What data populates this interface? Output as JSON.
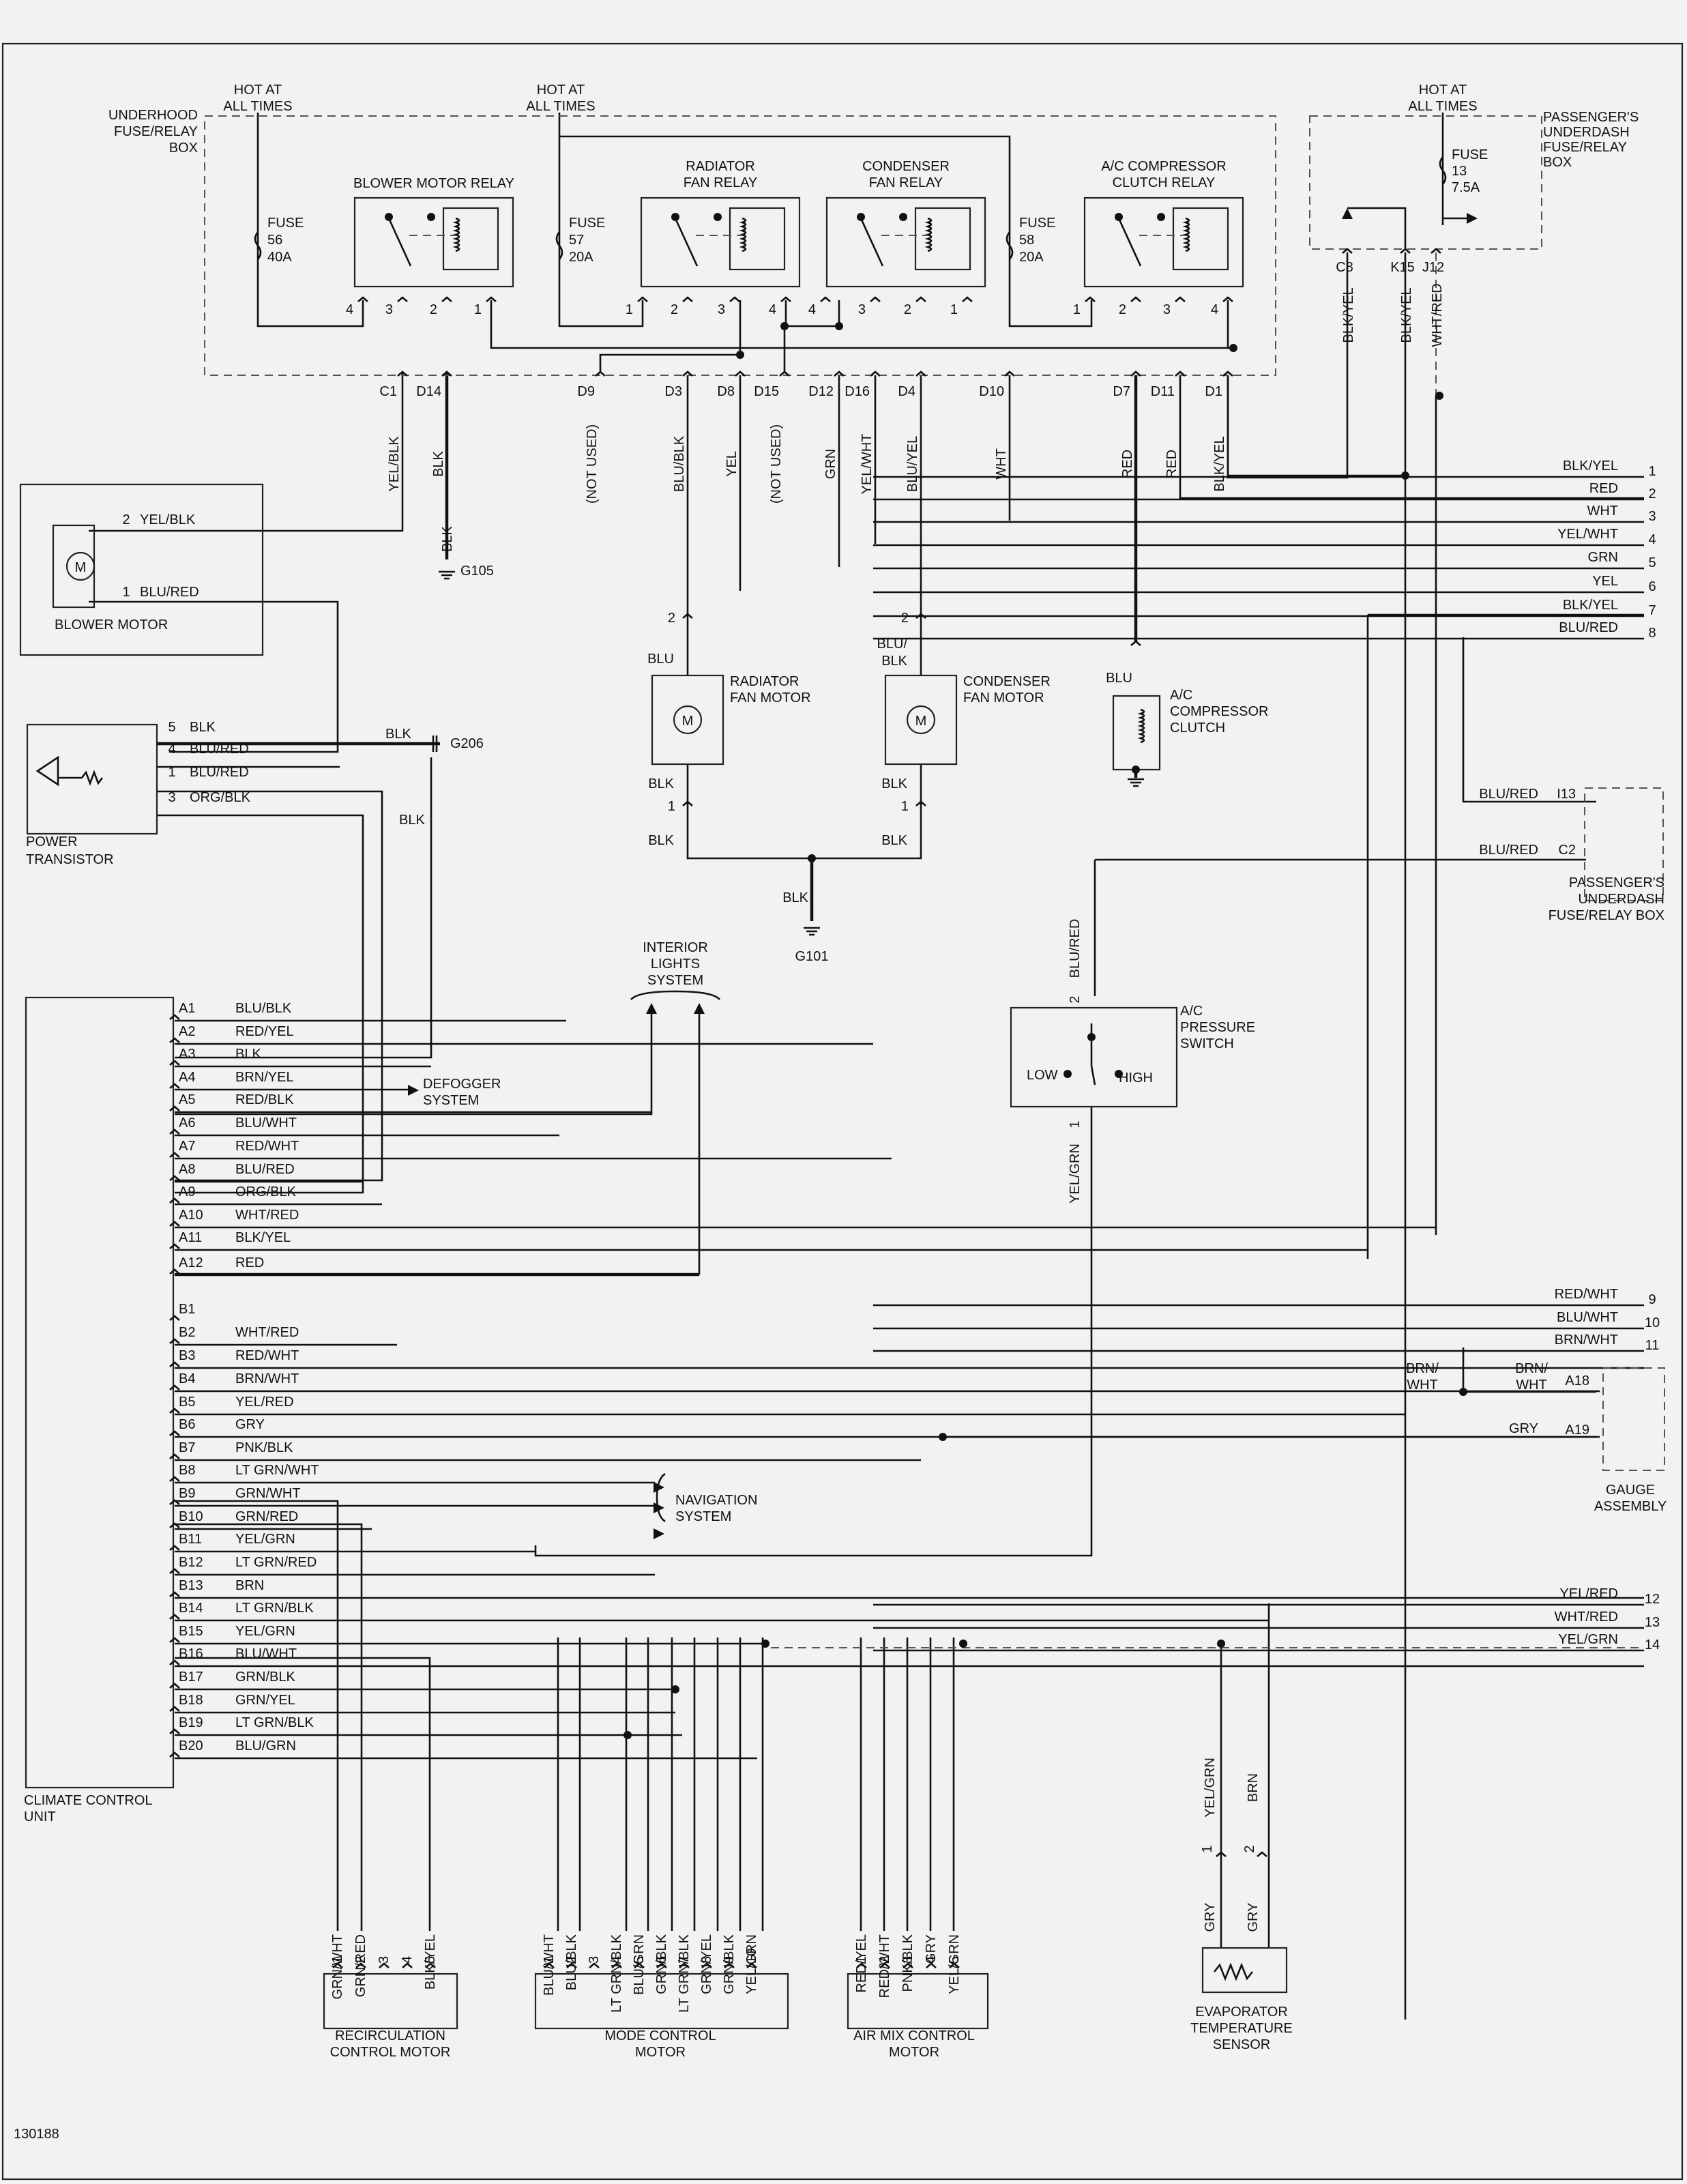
{
  "frame": {
    "figure_id": "130188"
  },
  "fuse_box": {
    "name": [
      "UNDERHOOD",
      "FUSE/RELAY",
      "BOX"
    ],
    "hot1": [
      "HOT AT",
      "ALL TIMES"
    ],
    "hot2": [
      "HOT AT",
      "ALL TIMES"
    ]
  },
  "pass_box": {
    "name": [
      "PASSENGER'S",
      "UNDERDASH",
      "FUSE/RELAY",
      "BOX"
    ],
    "hot": [
      "HOT AT",
      "ALL TIMES"
    ],
    "fuse": [
      "FUSE",
      "13",
      "7.5A"
    ],
    "name2": [
      "PASSENGER'S",
      "UNDERDASH",
      "FUSE/RELAY BOX"
    ]
  },
  "relays": [
    {
      "name": [
        "BLOWER MOTOR RELAY"
      ]
    },
    {
      "name": [
        "RADIATOR",
        "FAN RELAY"
      ]
    },
    {
      "name": [
        "CONDENSER",
        "FAN RELAY"
      ]
    },
    {
      "name": [
        "A/C COMPRESSOR",
        "CLUTCH RELAY"
      ]
    }
  ],
  "relay_pins": [
    "4",
    "3",
    "2",
    "1",
    "1",
    "2",
    "3",
    "4",
    "4",
    "3",
    "2",
    "1",
    "1",
    "2",
    "3",
    "4"
  ],
  "fuses": [
    {
      "label": [
        "FUSE",
        "56",
        "40A"
      ]
    },
    {
      "label": [
        "FUSE",
        "57",
        "20A"
      ]
    },
    {
      "label": [
        "FUSE",
        "58",
        "20A"
      ]
    }
  ],
  "box_connectors": [
    {
      "code": "C1",
      "wire": "YEL/BLK"
    },
    {
      "code": "D14",
      "wire": "BLK"
    },
    {
      "code": "D9",
      "wire": "(NOT USED)"
    },
    {
      "code": "D3",
      "wire": "BLU/BLK"
    },
    {
      "code": "D8",
      "wire": "YEL"
    },
    {
      "code": "D15",
      "wire": "(NOT USED)"
    },
    {
      "code": "D12",
      "wire": "GRN"
    },
    {
      "code": "D16",
      "wire": "YEL/WHT"
    },
    {
      "code": "D4",
      "wire": "BLU/YEL"
    },
    {
      "code": "D10",
      "wire": "WHT"
    },
    {
      "code": "D7",
      "wire": "RED"
    },
    {
      "code": "D11",
      "wire": "RED"
    },
    {
      "code": "D1",
      "wire": "BLK/YEL"
    }
  ],
  "pass_connectors": [
    {
      "code": "C8",
      "wire": "BLK/YEL"
    },
    {
      "code": "K15",
      "wire": "BLK/YEL"
    },
    {
      "code": "J12",
      "wire": "WHT/RED"
    }
  ],
  "right_wires": [
    {
      "num": "1",
      "wire": "BLK/YEL"
    },
    {
      "num": "2",
      "wire": "RED"
    },
    {
      "num": "3",
      "wire": "WHT"
    },
    {
      "num": "4",
      "wire": "YEL/WHT"
    },
    {
      "num": "5",
      "wire": "GRN"
    },
    {
      "num": "6",
      "wire": "YEL"
    },
    {
      "num": "7",
      "wire": "BLK/YEL"
    },
    {
      "num": "8",
      "wire": "BLU/RED"
    },
    {
      "num": "9",
      "wire": "RED/WHT"
    },
    {
      "num": "10",
      "wire": "BLU/WHT"
    },
    {
      "num": "11",
      "wire": "BRN/WHT"
    },
    {
      "num": "12",
      "wire": "YEL/RED"
    },
    {
      "num": "13",
      "wire": "WHT/RED"
    },
    {
      "num": "14",
      "wire": "YEL/GRN"
    }
  ],
  "blower_motor": {
    "name": "BLOWER MOTOR",
    "pin2": "2",
    "wire2": "YEL/BLK",
    "pin1": "1",
    "wire1": "BLU/RED",
    "symbol": "M"
  },
  "g105": {
    "name": "G105",
    "wire": "BLK"
  },
  "g206": {
    "name": "G206",
    "wire1": "BLK",
    "wire2": "BLK"
  },
  "g101": {
    "name": "G101",
    "wire": "BLK"
  },
  "power_transistor": {
    "name": [
      "POWER",
      "TRANSISTOR"
    ],
    "pins": [
      {
        "num": "5",
        "wire": "BLK"
      },
      {
        "num": "4",
        "wire": "BLU/RED"
      },
      {
        "num": "1",
        "wire": "BLU/RED"
      },
      {
        "num": "3",
        "wire": "ORG/BLK"
      }
    ]
  },
  "radiator_motor": {
    "name": [
      "RADIATOR",
      "FAN MOTOR"
    ],
    "top_pin": "2",
    "top_wire": "BLU",
    "bot_wire": "BLK",
    "bot_pin": "1",
    "bot_wire2": "BLK",
    "symbol": "M"
  },
  "condenser_motor": {
    "name": [
      "CONDENSER",
      "FAN MOTOR"
    ],
    "top_pin": "2",
    "top_wire": [
      "BLU/",
      "BLK"
    ],
    "bot_wire": "BLK",
    "bot_pin": "1",
    "bot_wire2": "BLK",
    "symbol": "M"
  },
  "ac_clutch": {
    "name": [
      "A/C",
      "COMPRESSOR",
      "CLUTCH"
    ],
    "wire": "BLU"
  },
  "pass_lower": {
    "i13": "I13",
    "c2": "C2",
    "wire1": "BLU/RED",
    "wire2": "BLU/RED"
  },
  "pressure_switch": {
    "name": [
      "A/C",
      "PRESSURE",
      "SWITCH"
    ],
    "low": "LOW",
    "high": "HIGH",
    "pin2": "2",
    "wire_top": "BLU/RED",
    "pin1": "1",
    "wire_bot": "YEL/GRN"
  },
  "interior_lights": {
    "name": [
      "INTERIOR",
      "LIGHTS",
      "SYSTEM"
    ]
  },
  "defogger": {
    "name": [
      "DEFOGGER",
      "SYSTEM"
    ]
  },
  "navigation": {
    "name": [
      "NAVIGATION",
      "SYSTEM"
    ]
  },
  "ccu": {
    "name": [
      "CLIMATE CONTROL",
      "UNIT"
    ]
  },
  "ccu_a": [
    {
      "pin": "A1",
      "wire": "BLU/BLK"
    },
    {
      "pin": "A2",
      "wire": "RED/YEL"
    },
    {
      "pin": "A3",
      "wire": "BLK"
    },
    {
      "pin": "A4",
      "wire": "BRN/YEL"
    },
    {
      "pin": "A5",
      "wire": "RED/BLK"
    },
    {
      "pin": "A6",
      "wire": "BLU/WHT"
    },
    {
      "pin": "A7",
      "wire": "RED/WHT"
    },
    {
      "pin": "A8",
      "wire": "BLU/RED"
    },
    {
      "pin": "A9",
      "wire": "ORG/BLK"
    },
    {
      "pin": "A10",
      "wire": "WHT/RED"
    },
    {
      "pin": "A11",
      "wire": "BLK/YEL"
    },
    {
      "pin": "A12",
      "wire": "RED"
    }
  ],
  "ccu_b": [
    {
      "pin": "B1",
      "wire": ""
    },
    {
      "pin": "B2",
      "wire": "WHT/RED"
    },
    {
      "pin": "B3",
      "wire": "RED/WHT"
    },
    {
      "pin": "B4",
      "wire": "BRN/WHT"
    },
    {
      "pin": "B5",
      "wire": "YEL/RED"
    },
    {
      "pin": "B6",
      "wire": "GRY"
    },
    {
      "pin": "B7",
      "wire": "PNK/BLK"
    },
    {
      "pin": "B8",
      "wire": "LT GRN/WHT"
    },
    {
      "pin": "B9",
      "wire": "GRN/WHT"
    },
    {
      "pin": "B10",
      "wire": "GRN/RED"
    },
    {
      "pin": "B11",
      "wire": "YEL/GRN"
    },
    {
      "pin": "B12",
      "wire": "LT GRN/RED"
    },
    {
      "pin": "B13",
      "wire": "BRN"
    },
    {
      "pin": "B14",
      "wire": "LT GRN/BLK"
    },
    {
      "pin": "B15",
      "wire": "YEL/GRN"
    },
    {
      "pin": "B16",
      "wire": "BLU/WHT"
    },
    {
      "pin": "B17",
      "wire": "GRN/BLK"
    },
    {
      "pin": "B18",
      "wire": "GRN/YEL"
    },
    {
      "pin": "B19",
      "wire": "LT GRN/BLK"
    },
    {
      "pin": "B20",
      "wire": "BLU/GRN"
    }
  ],
  "gauge": {
    "name": [
      "GAUGE",
      "ASSEMBLY"
    ],
    "a18": "A18",
    "a19": "A19",
    "wire_a18": [
      "BRN/",
      "WHT"
    ],
    "wire_left": [
      "BRN/",
      "WHT"
    ],
    "wire_a19": "GRY"
  },
  "recirc": {
    "name": [
      "RECIRCULATION",
      "CONTROL MOTOR"
    ],
    "pins": [
      {
        "num": "1",
        "wire": "GRN/WHT"
      },
      {
        "num": "2",
        "wire": "GRN/RED"
      },
      {
        "num": "3",
        "wire": ""
      },
      {
        "num": "4",
        "wire": ""
      },
      {
        "num": "5",
        "wire": "BLK/YEL"
      }
    ]
  },
  "mode": {
    "name": [
      "MODE CONTROL",
      "MOTOR"
    ],
    "pins": [
      {
        "num": "1",
        "wire": "BLU/WHT"
      },
      {
        "num": "2",
        "wire": "BLU/BLK"
      },
      {
        "num": "3",
        "wire": ""
      },
      {
        "num": "4",
        "wire": "LT GRN/BLK"
      },
      {
        "num": "5",
        "wire": "BLU/GRN"
      },
      {
        "num": "6",
        "wire": "GRN/BLK"
      },
      {
        "num": "7",
        "wire": "LT GRN/BLK"
      },
      {
        "num": "8",
        "wire": "GRN/YEL"
      },
      {
        "num": "9",
        "wire": "GRN/BLK"
      },
      {
        "num": "10",
        "wire": "YEL/GRN"
      }
    ]
  },
  "airmix": {
    "name": [
      "AIR MIX CONTROL",
      "MOTOR"
    ],
    "pins": [
      {
        "num": "1",
        "wire": "RED/YEL"
      },
      {
        "num": "2",
        "wire": "RED/WHT"
      },
      {
        "num": "3",
        "wire": "PNK/BLK"
      },
      {
        "num": "4",
        "wire": "GRY"
      },
      {
        "num": "5",
        "wire": "YEL/GRN"
      }
    ]
  },
  "evap": {
    "name": [
      "EVAPORATOR",
      "TEMPERATURE",
      "SENSOR"
    ],
    "pin1": "1",
    "pin2": "2",
    "wire1_top": "YEL/GRN",
    "wire2_top": "BRN",
    "wire1_bot": "GRY",
    "wire2_bot": "GRY"
  }
}
